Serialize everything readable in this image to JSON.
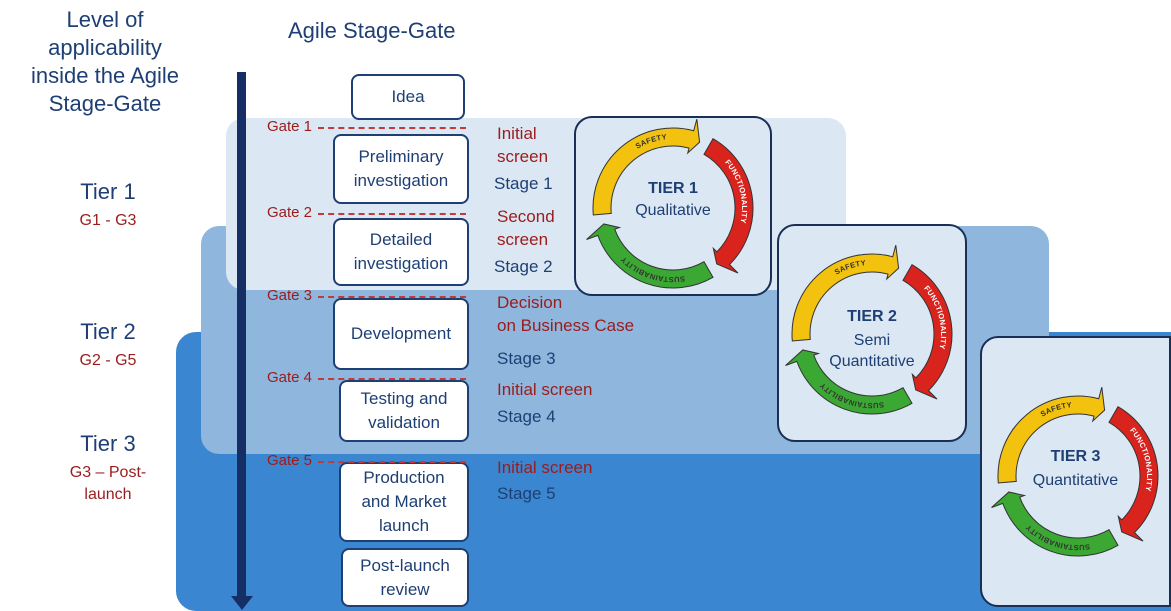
{
  "left_heading": [
    "Level of",
    "applicability",
    "inside the  Agile",
    "Stage-Gate"
  ],
  "title": "Agile Stage-Gate",
  "tiers_left": [
    {
      "name": "Tier 1",
      "range": "G1 - G3"
    },
    {
      "name": "Tier 2",
      "range": "G2 - G5"
    },
    {
      "name": "Tier 3",
      "range": [
        "G3 – Post-",
        "launch"
      ]
    }
  ],
  "stages": [
    {
      "lines": [
        "Idea"
      ]
    },
    {
      "lines": [
        "Preliminary",
        "investigation"
      ]
    },
    {
      "lines": [
        "Detailed",
        "investigation"
      ]
    },
    {
      "lines": [
        "Development"
      ]
    },
    {
      "lines": [
        "Testing and",
        "validation"
      ]
    },
    {
      "lines": [
        "Production",
        "and Market",
        "launch"
      ]
    },
    {
      "lines": [
        "Post-launch",
        "review"
      ]
    }
  ],
  "gates": [
    "Gate 1",
    "Gate 2",
    "Gate 3",
    "Gate 4",
    "Gate 5"
  ],
  "gate_notes": [
    [
      "Initial",
      "screen"
    ],
    [
      "Second",
      "screen"
    ],
    [
      "Decision",
      "on Business Case"
    ],
    [
      "Initial screen"
    ],
    [
      "Initial screen"
    ]
  ],
  "stage_notes": [
    "Stage 1",
    "Stage 2",
    "Stage 3",
    "Stage 4",
    "Stage 5"
  ],
  "tier_cards": [
    {
      "name": "TIER 1",
      "kind": [
        "Qualitative"
      ]
    },
    {
      "name": "TIER 2",
      "kind": [
        "Semi",
        "Quantitative"
      ]
    },
    {
      "name": "TIER 3",
      "kind": [
        "Quantitative"
      ]
    }
  ],
  "cycle_labels": {
    "safety": "SAFETY",
    "functionality": "FUNCTIONALITY",
    "sustainability": "SUSTAINABILITY"
  },
  "colors": {
    "safety": "#f2c20f",
    "functionality": "#d9231d",
    "sustainability": "#3aa832",
    "band1": "#dbe7f3",
    "band2": "#8fb6dd",
    "band3": "#3a86d0"
  }
}
